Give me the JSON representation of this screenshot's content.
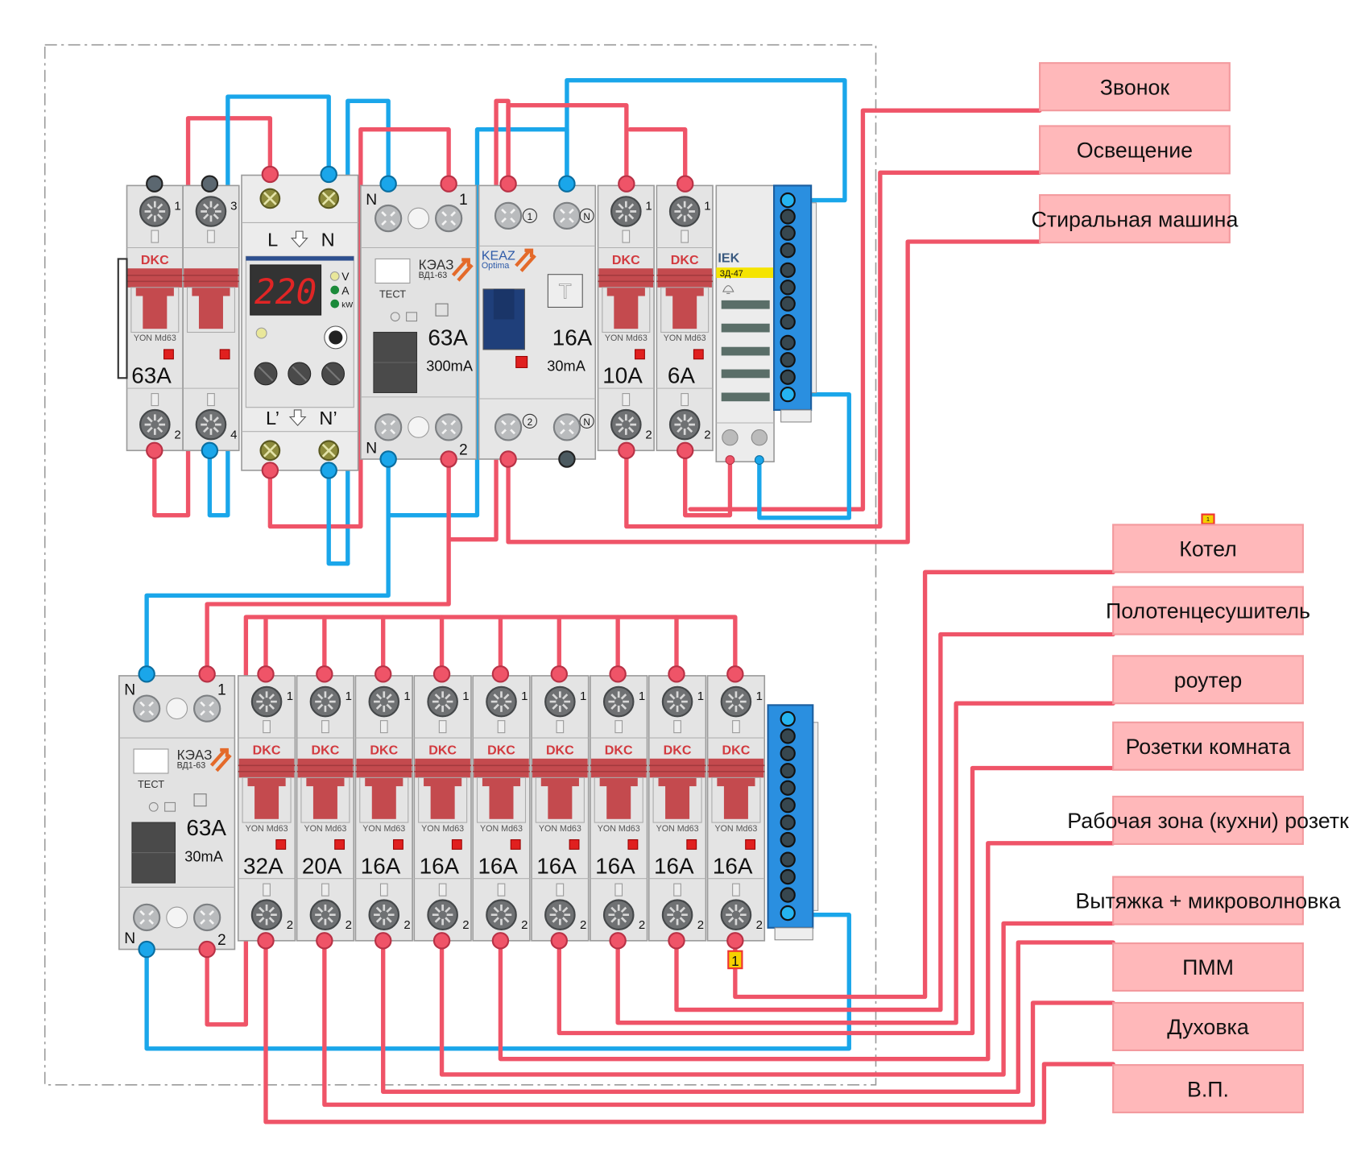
{
  "colors": {
    "phase_wire": "#ef5468",
    "neutral_wire": "#1aa6ea",
    "label_fill": "#ffb8ba",
    "label_border": "#f39a9e",
    "bus_bar": "#2a8fe0",
    "breaker_red": "#c44a4e"
  },
  "top_row": {
    "main_breaker": {
      "brand": "DKC",
      "model": "YON Md63",
      "rating": "63A",
      "pole1_top": "1",
      "pole2_top": "3",
      "pole1_bottom": "2",
      "pole2_bottom": "4"
    },
    "voltage_relay": {
      "in_l": "L",
      "in_n": "N",
      "out_l": "L’",
      "out_n": "N’",
      "display": "220",
      "ind_v": "V",
      "ind_a": "A",
      "ind_kw": "kW"
    },
    "rcd": {
      "brand": "КЭАЗ",
      "model": "ВД1-63",
      "test": "ТЕСТ",
      "rating": "63A",
      "leak": "300mA",
      "t_n": "N",
      "t_1": "1",
      "t_2": "2"
    },
    "rcbo": {
      "brand": "KEAZ",
      "series": "Optima",
      "rating": "16A",
      "leak": "30mA",
      "t_1": "1",
      "t_n": "N",
      "t_2": "2",
      "test": "T"
    },
    "breakers": [
      {
        "brand": "DKC",
        "model": "YON Md63",
        "rating": "10A",
        "pole_top": "1",
        "pole_bottom": "2"
      },
      {
        "brand": "DKC",
        "model": "YON Md63",
        "rating": "6A",
        "pole_top": "1",
        "pole_bottom": "2"
      }
    ],
    "bell": {
      "brand": "IEK",
      "model": "ЗД-47"
    }
  },
  "bottom_row": {
    "rcd": {
      "brand": "КЭАЗ",
      "model": "ВД1-63",
      "test": "ТЕСТ",
      "rating": "63A",
      "leak": "30mA",
      "t_n": "N",
      "t_1": "1",
      "t_2": "2"
    },
    "breakers": [
      {
        "brand": "DKC",
        "model": "YON Md63",
        "rating": "32A",
        "pole_top": "1",
        "pole_bottom": "2"
      },
      {
        "brand": "DKC",
        "model": "YON Md63",
        "rating": "20A",
        "pole_top": "1",
        "pole_bottom": "2"
      },
      {
        "brand": "DKC",
        "model": "YON Md63",
        "rating": "16A",
        "pole_top": "1",
        "pole_bottom": "2"
      },
      {
        "brand": "DKC",
        "model": "YON Md63",
        "rating": "16A",
        "pole_top": "1",
        "pole_bottom": "2"
      },
      {
        "brand": "DKC",
        "model": "YON Md63",
        "rating": "16A",
        "pole_top": "1",
        "pole_bottom": "2"
      },
      {
        "brand": "DKC",
        "model": "YON Md63",
        "rating": "16A",
        "pole_top": "1",
        "pole_bottom": "2"
      },
      {
        "brand": "DKC",
        "model": "YON Md63",
        "rating": "16A",
        "pole_top": "1",
        "pole_bottom": "2"
      },
      {
        "brand": "DKC",
        "model": "YON Md63",
        "rating": "16A",
        "pole_top": "1",
        "pole_bottom": "2"
      },
      {
        "brand": "DKC",
        "model": "YON Md63",
        "rating": "16A",
        "pole_top": "1",
        "pole_bottom": "2"
      }
    ],
    "tag": "1"
  },
  "tag_top": "1",
  "circuits_top": [
    "Звонок",
    "Освещение",
    "Стиральная машина"
  ],
  "circuits_bottom": [
    "Котел",
    "Полотенцесушитель",
    "роутер",
    "Розетки комната",
    "Рабочая зона (кухни) розетк",
    "Вытяжка + микроволновка",
    "ПММ",
    "Духовка",
    "В.П."
  ]
}
